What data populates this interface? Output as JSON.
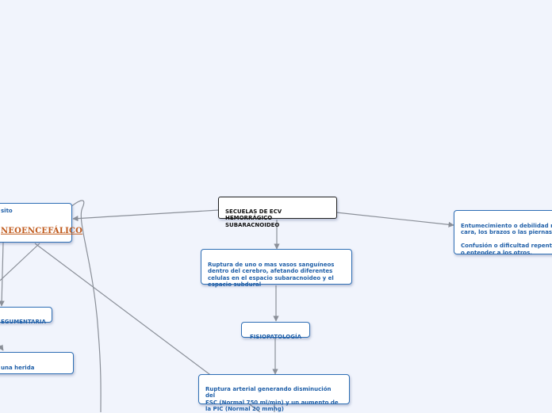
{
  "nodes": {
    "root": "SECUELAS DE ECV HEMORRÁGICO\nSUBARACNOIDEO",
    "left_top_fragment": "sito",
    "left_title": "NEOENCEFÁLICO",
    "left_tegumentaria": "EGUMENTARIA",
    "left_herida": "una herida",
    "ruptura": "Ruptura de uno o mas vasos sanguíneos\ndentro del cerebro, afetando diferentes\ncelulas en el espacio subaracnoideo y el\nespacio subdural",
    "fisiopatologia": "FISIOPATOLOGÍA",
    "ruptura_arterial": "Ruptura arterial generando disminución del\nFSC (Normal 750 ml/min) y un aumento de\nla PIC (Normal 20 mmhg)",
    "sintomas": "Entumecimiento o debilidad re\ncara, los brazos o las piernas.\n\nConfusión o dificultad repenti\no entender a los otros."
  },
  "colors": {
    "background": "#f1f4fc",
    "node_text": "#1f5fa8",
    "node_border": "#2f6fb5",
    "connector": "#8a8f98",
    "title_accent": "#c05a1c"
  }
}
